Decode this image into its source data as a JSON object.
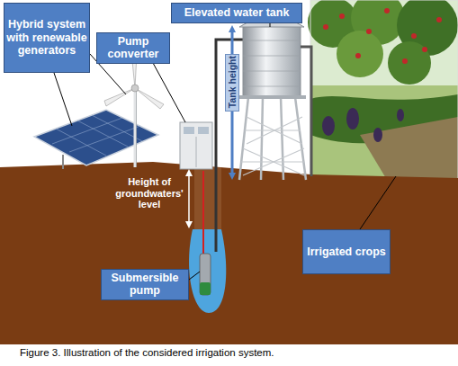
{
  "diagram": {
    "caption": "Figure 3. Illustration of the considered irrigation system.",
    "nodes": [
      {
        "text": [
          "Hybrid system with renewable generators"
        ]
      },
      {
        "text": [
          "Elevated water tank"
        ]
      },
      {
        "text": [
          "Pump converter"
        ]
      },
      {
        "text": [
          "Tank height"
        ]
      },
      {
        "text": [
          "Irrigated crops"
        ]
      },
      {
        "text": [
          "Submersible pump"
        ]
      }
    ],
    "labels": [
      "Height of groundwaters' level"
    ]
  }
}
